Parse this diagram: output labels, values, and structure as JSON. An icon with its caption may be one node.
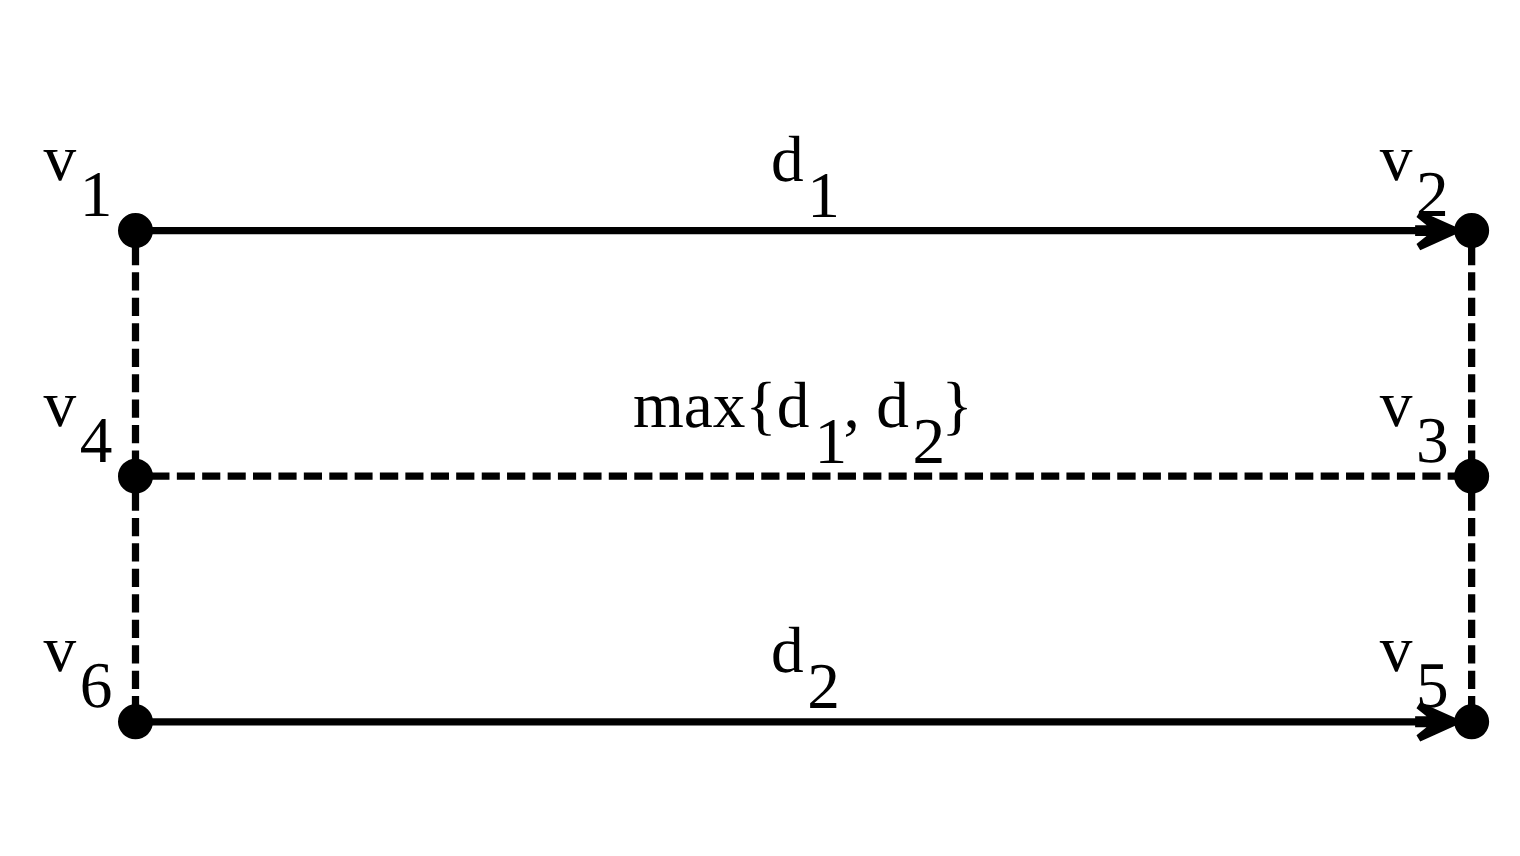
{
  "diagram": {
    "nodes": [
      {
        "text": [],
        "shape": "circle",
        "beside": [
          "v$_{1}$"
        ]
      },
      {
        "text": [],
        "shape": "circle",
        "beside": [
          "v$_{2}$"
        ]
      },
      {
        "text": [],
        "shape": "circle",
        "beside": [
          "v$_{4}$"
        ]
      },
      {
        "text": [],
        "shape": "circle",
        "beside": [
          "v$_{3}$"
        ]
      },
      {
        "text": [],
        "shape": "circle",
        "beside": [
          "v$_{6}$"
        ]
      },
      {
        "text": [],
        "shape": "circle",
        "beside": [
          "v$_{5}$"
        ]
      }
    ],
    "edges": [
      {
        "from": 0,
        "to": 1,
        "arrow": "to",
        "label": "d$_{1}$"
      },
      {
        "from": 0,
        "to": 2,
        "arrow": "none",
        "style": "dashed"
      },
      {
        "from": 1,
        "to": 3,
        "arrow": "none",
        "style": "dashed"
      },
      {
        "from": 2,
        "to": 3,
        "arrow": "none",
        "style": "dashed",
        "label": "max{d$_{1}$, d$_{2}$}"
      },
      {
        "from": 4,
        "to": 2,
        "arrow": "none",
        "style": "dashed"
      },
      {
        "from": 5,
        "to": 3,
        "arrow": "none",
        "style": "dashed"
      },
      {
        "from": 4,
        "to": 5,
        "arrow": "to",
        "label": "d$_{2}$"
      }
    ]
  }
}
